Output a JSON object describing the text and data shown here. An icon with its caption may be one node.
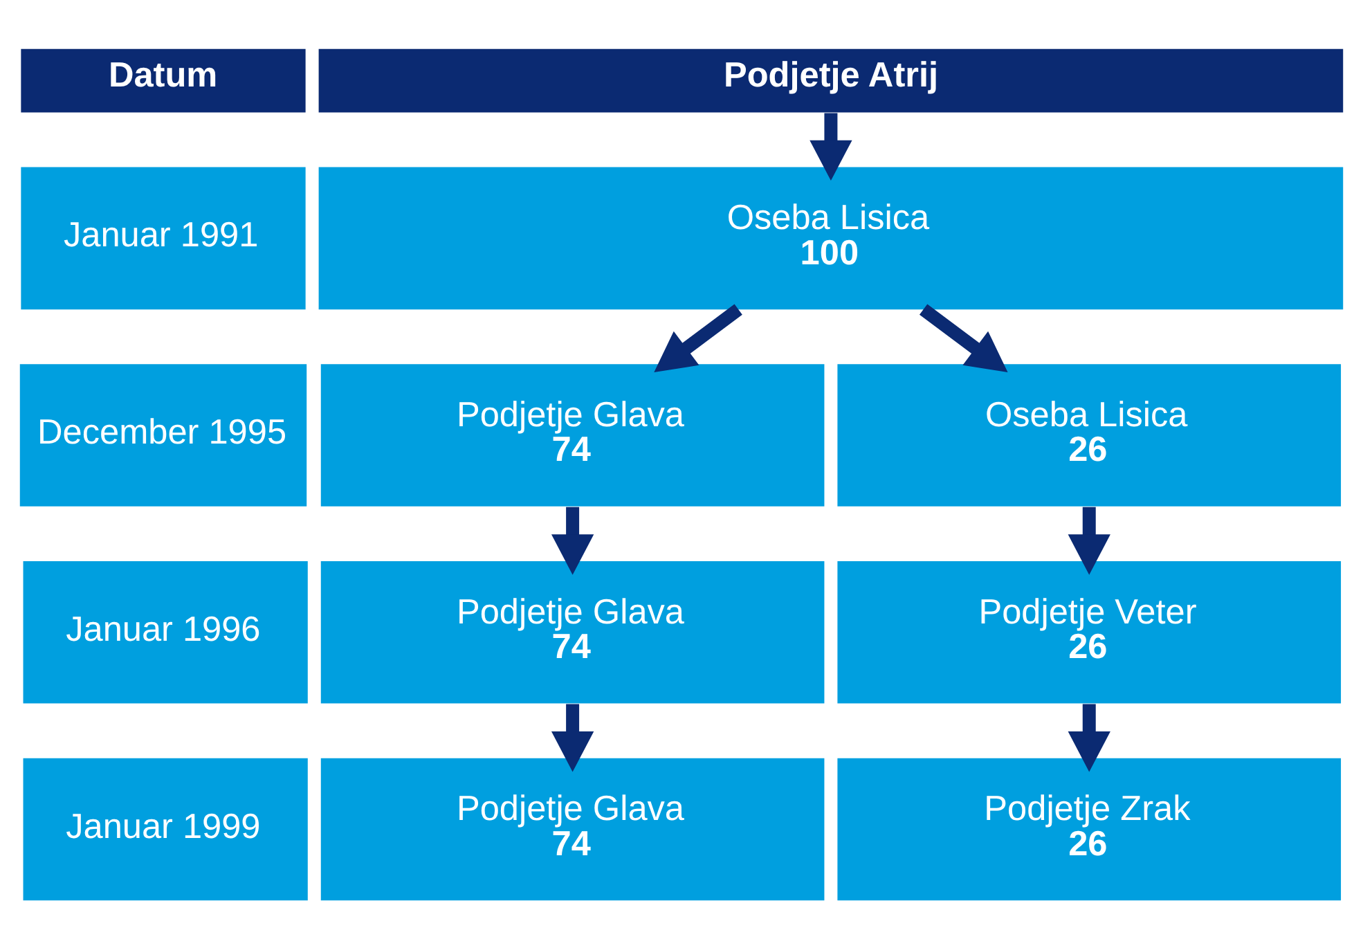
{
  "diagram": {
    "nodes": [
      {
        "text": [
          "Datum"
        ]
      },
      {
        "text": [
          "Podjetje Atrij"
        ]
      },
      {
        "text": [
          "Januar 1991"
        ]
      },
      {
        "text": [
          "Oseba Lisica",
          "100"
        ]
      },
      {
        "text": [
          "December 1995"
        ]
      },
      {
        "text": [
          "Podjetje Glava",
          "74"
        ]
      },
      {
        "text": [
          "Oseba Lisica",
          "26"
        ]
      },
      {
        "text": [
          "Januar 1996"
        ]
      },
      {
        "text": [
          "Podjetje Glava",
          "74"
        ]
      },
      {
        "text": [
          "Podjetje Veter",
          "26"
        ]
      },
      {
        "text": [
          "Januar 1999"
        ]
      },
      {
        "text": [
          "Podjetje Glava",
          "74"
        ]
      },
      {
        "text": [
          "Podjetje Zrak",
          "26"
        ]
      }
    ],
    "edges": [
      {
        "from": 1,
        "to": 3,
        "arrow": "to"
      },
      {
        "from": 3,
        "to": 5,
        "arrow": "to"
      },
      {
        "from": 3,
        "to": 6,
        "arrow": "to"
      },
      {
        "from": 5,
        "to": 8,
        "arrow": "to"
      },
      {
        "from": 6,
        "to": 9,
        "arrow": "to"
      },
      {
        "from": 8,
        "to": 11,
        "arrow": "to"
      },
      {
        "from": 9,
        "to": 12,
        "arrow": "to"
      }
    ]
  }
}
